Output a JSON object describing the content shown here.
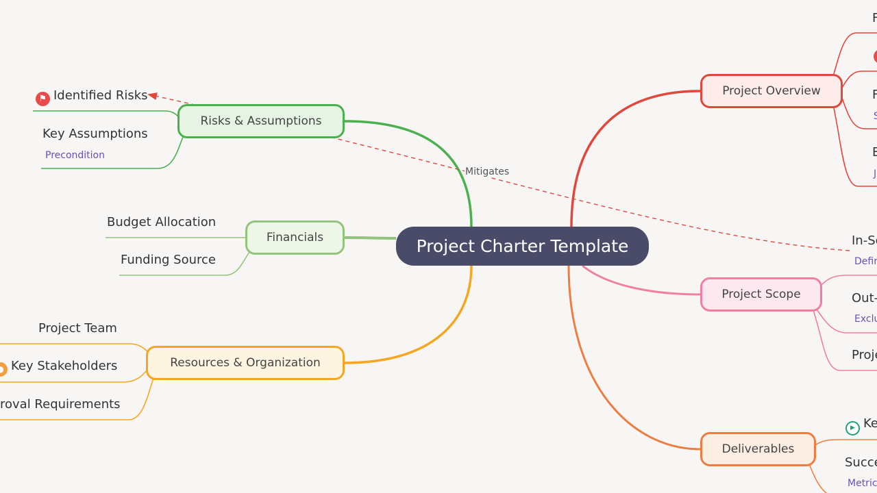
{
  "diagram": {
    "root": "Project Charter Template",
    "relationship_label": "Mitigates",
    "colors": {
      "root": "#4a4b68",
      "overview": "#e0473d",
      "scope": "#f07fa0",
      "deliverables": "#ef7d42",
      "risks": "#4caf50",
      "financials": "#93c47d",
      "resources": "#f5a623",
      "relationship": "#e0473d"
    },
    "branches": {
      "overview": {
        "label": "Project Overview",
        "children": [
          "F",
          "F",
          "E"
        ],
        "notes": [
          "S",
          "J"
        ]
      },
      "scope": {
        "label": "Project Scope",
        "children": [
          "In-Sc",
          "Out-",
          "Proje"
        ],
        "notes": [
          "Defir",
          "Exclu"
        ]
      },
      "deliverables": {
        "label": "Deliverables",
        "children": [
          "Ke",
          "Succe"
        ],
        "notes": [
          "Metric"
        ]
      },
      "risks": {
        "label": "Risks & Assumptions",
        "children": [
          "Identified Risks",
          "Key Assumptions"
        ],
        "notes": [
          "Precondition"
        ]
      },
      "financials": {
        "label": "Financials",
        "children": [
          "Budget Allocation",
          "Funding Source"
        ]
      },
      "resources": {
        "label": "Resources & Organization",
        "children": [
          "Project Team",
          "Key Stakeholders",
          "roval Requirements"
        ]
      }
    },
    "icons": {
      "identified_risks": "flag-icon",
      "key_stakeholders": "person-icon",
      "key_deliverables": "play-icon",
      "overview_child": "alert-icon"
    }
  }
}
